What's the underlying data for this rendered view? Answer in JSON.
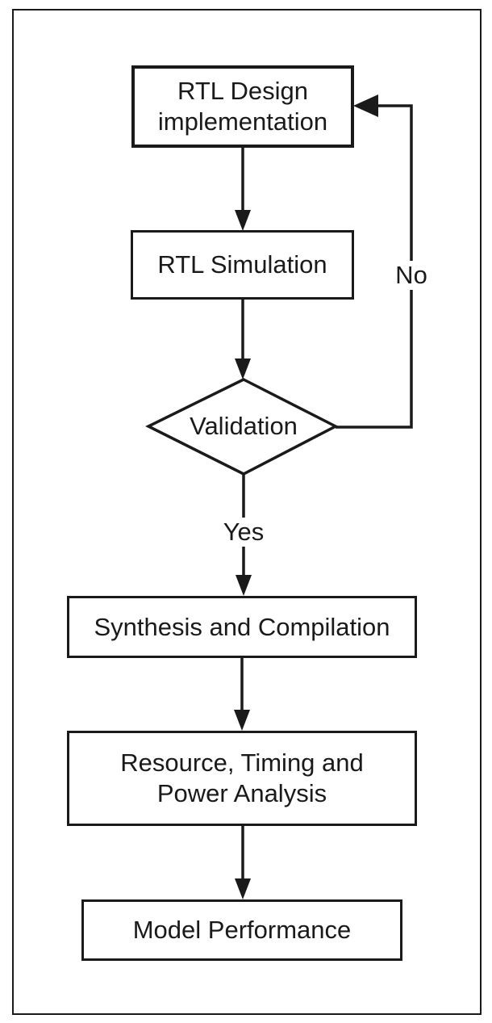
{
  "diagram": {
    "title_implied": "RTL design flowchart",
    "colors": {
      "stroke": "#1a1a1a",
      "background": "#ffffff"
    },
    "nodes": [
      {
        "id": "rtl-design-implementation",
        "type": "process",
        "label": "RTL Design\nimplementation"
      },
      {
        "id": "rtl-simulation",
        "type": "process",
        "label": "RTL Simulation"
      },
      {
        "id": "validation",
        "type": "decision",
        "label": "Validation"
      },
      {
        "id": "synthesis-and-compilation",
        "type": "process",
        "label": "Synthesis and Compilation"
      },
      {
        "id": "resource-timing-power",
        "type": "process",
        "label": "Resource, Timing and\nPower Analysis"
      },
      {
        "id": "model-performance",
        "type": "process",
        "label": "Model Performance"
      }
    ],
    "edges": [
      {
        "from": "rtl-design-implementation",
        "to": "rtl-simulation",
        "label": ""
      },
      {
        "from": "rtl-simulation",
        "to": "validation",
        "label": ""
      },
      {
        "from": "validation",
        "to": "synthesis-and-compilation",
        "label": "Yes"
      },
      {
        "from": "validation",
        "to": "rtl-design-implementation",
        "label": "No"
      },
      {
        "from": "synthesis-and-compilation",
        "to": "resource-timing-power",
        "label": ""
      },
      {
        "from": "resource-timing-power",
        "to": "model-performance",
        "label": ""
      }
    ],
    "edge_labels": {
      "yes": "Yes",
      "no": "No"
    }
  }
}
